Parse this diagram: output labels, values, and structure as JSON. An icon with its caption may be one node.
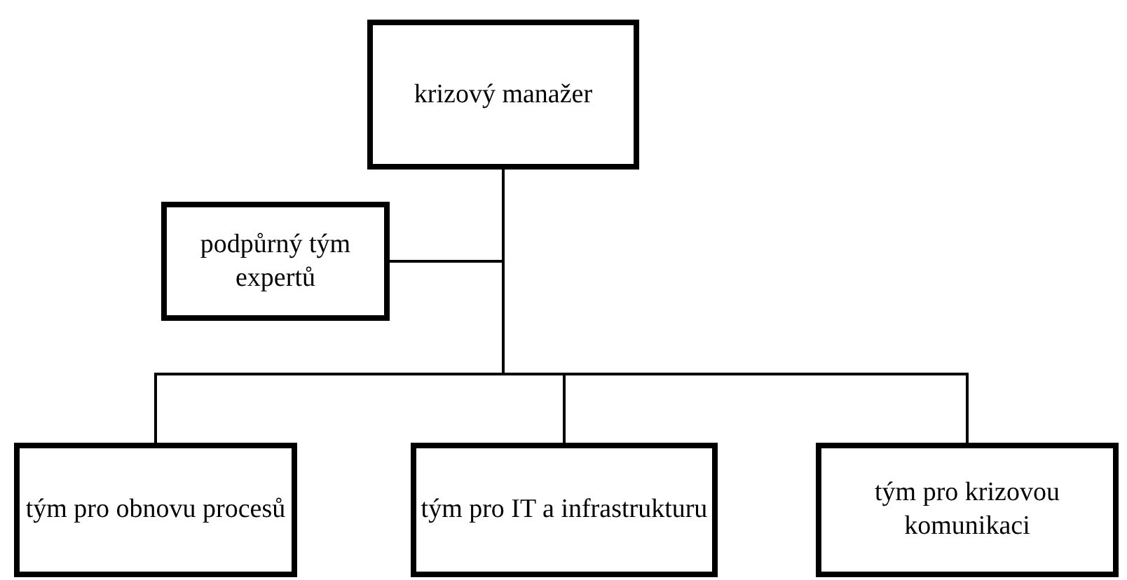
{
  "diagram": {
    "nodes": [
      {
        "text": [
          "krizový manažer"
        ]
      },
      {
        "text": [
          "podpůrný tým expertů"
        ]
      },
      {
        "text": [
          "tým pro obnovu procesů"
        ]
      },
      {
        "text": [
          "tým pro IT a infrastrukturu"
        ]
      },
      {
        "text": [
          "tým pro krizovou komunikaci"
        ]
      }
    ],
    "edges": [
      {
        "from": 0,
        "to": 1,
        "arrow": "none"
      },
      {
        "from": 0,
        "to": 2,
        "arrow": "none"
      },
      {
        "from": 0,
        "to": 3,
        "arrow": "none"
      },
      {
        "from": 0,
        "to": 4,
        "arrow": "none"
      }
    ]
  }
}
